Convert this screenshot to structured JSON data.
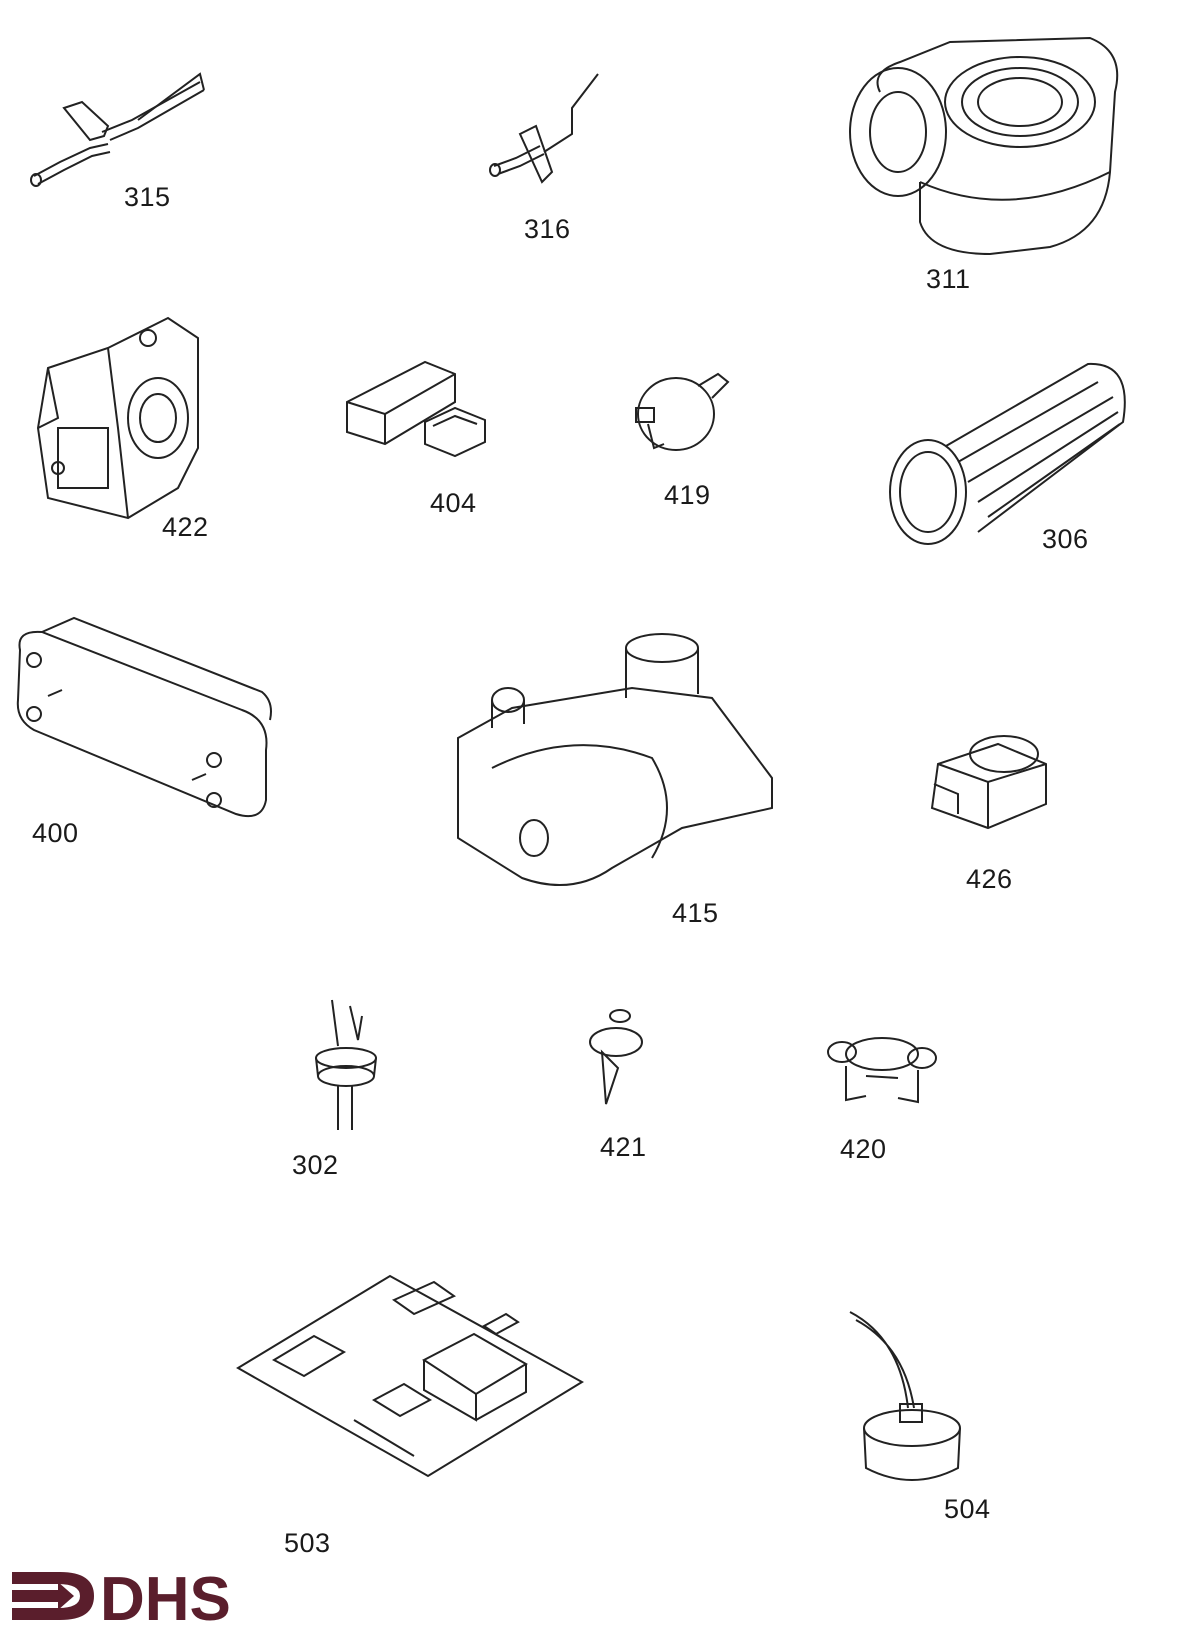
{
  "parts": [
    {
      "id": "315",
      "label": "315"
    },
    {
      "id": "316",
      "label": "316"
    },
    {
      "id": "311",
      "label": "311"
    },
    {
      "id": "422",
      "label": "422"
    },
    {
      "id": "404",
      "label": "404"
    },
    {
      "id": "419",
      "label": "419"
    },
    {
      "id": "306",
      "label": "306"
    },
    {
      "id": "400",
      "label": "400"
    },
    {
      "id": "415",
      "label": "415"
    },
    {
      "id": "426",
      "label": "426"
    },
    {
      "id": "302",
      "label": "302"
    },
    {
      "id": "421",
      "label": "421"
    },
    {
      "id": "420",
      "label": "420"
    },
    {
      "id": "503",
      "label": "503"
    },
    {
      "id": "504",
      "label": "504"
    }
  ],
  "logo": {
    "text": "DHS",
    "color": "#5a1e2c"
  },
  "line_color": "#222222"
}
